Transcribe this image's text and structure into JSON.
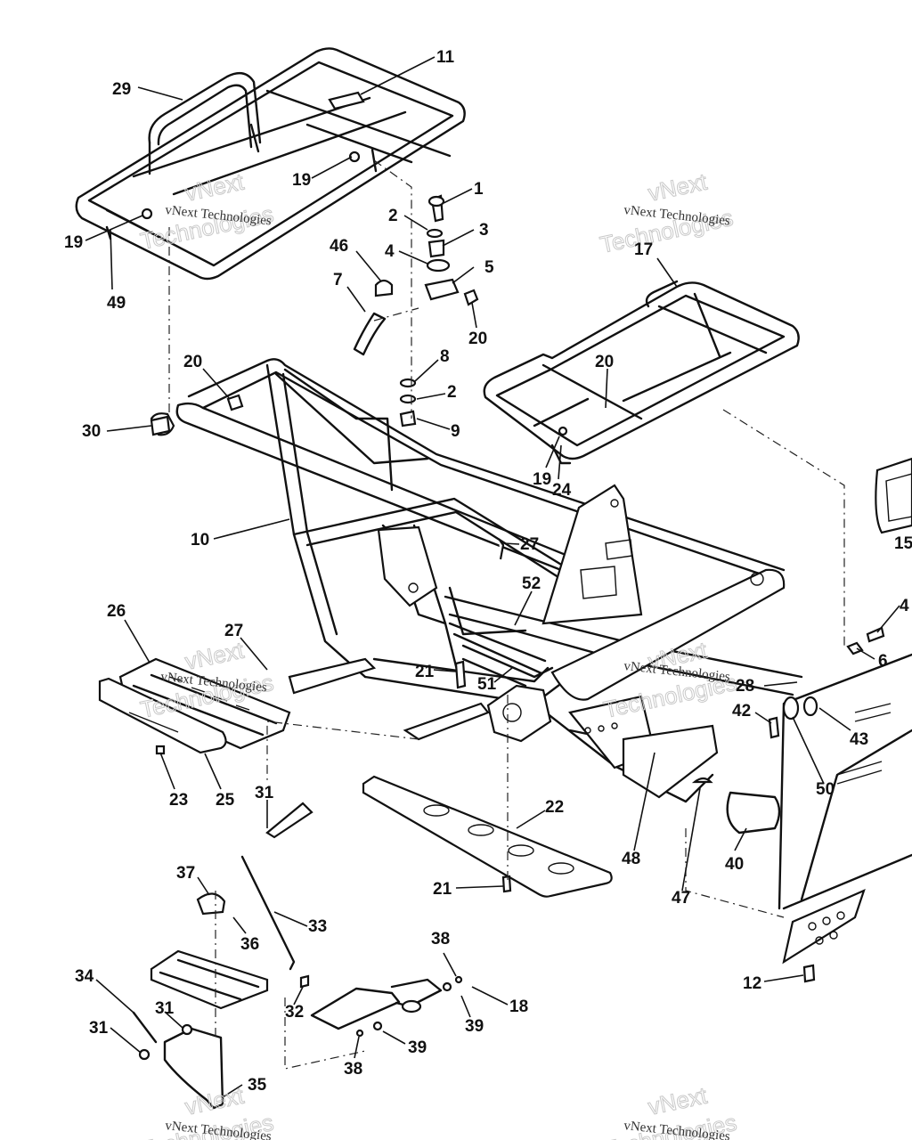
{
  "title": "",
  "watermarks": [
    {
      "main": "vNext Technologies",
      "ghost_top": "vNext",
      "ghost_bottom": "Technologies"
    },
    {
      "main": "vNext Technologies",
      "ghost_top": "vNext",
      "ghost_bottom": "Technologies"
    },
    {
      "main": "vNext Technologies",
      "ghost_top": "vNext",
      "ghost_bottom": "Technologies"
    },
    {
      "main": "vNext Technologies",
      "ghost_top": "vNext",
      "ghost_bottom": "Technologies"
    },
    {
      "main": "vNext Technologies",
      "ghost_top": "vNext",
      "ghost_bottom": "Technologies"
    },
    {
      "main": "vNext Technologies",
      "ghost_top": "vNext",
      "ghost_bottom": "Technologies"
    }
  ],
  "callouts": [
    {
      "id": "c11",
      "label": "11"
    },
    {
      "id": "c29",
      "label": "29"
    },
    {
      "id": "c19a",
      "label": "19"
    },
    {
      "id": "c1",
      "label": "1"
    },
    {
      "id": "c2a",
      "label": "2"
    },
    {
      "id": "c3",
      "label": "3"
    },
    {
      "id": "c4a",
      "label": "4"
    },
    {
      "id": "c5",
      "label": "5"
    },
    {
      "id": "c46",
      "label": "46"
    },
    {
      "id": "c7",
      "label": "7"
    },
    {
      "id": "c20a",
      "label": "20"
    },
    {
      "id": "c19b",
      "label": "19"
    },
    {
      "id": "c49",
      "label": "49"
    },
    {
      "id": "c17",
      "label": "17"
    },
    {
      "id": "c20b",
      "label": "20"
    },
    {
      "id": "c8",
      "label": "8"
    },
    {
      "id": "c2b",
      "label": "2"
    },
    {
      "id": "c9",
      "label": "9"
    },
    {
      "id": "c20c",
      "label": "20"
    },
    {
      "id": "c30",
      "label": "30"
    },
    {
      "id": "c19c",
      "label": "19"
    },
    {
      "id": "c24",
      "label": "24"
    },
    {
      "id": "c15",
      "label": "15"
    },
    {
      "id": "c10",
      "label": "10"
    },
    {
      "id": "c27a",
      "label": "27"
    },
    {
      "id": "c52",
      "label": "52"
    },
    {
      "id": "c4b",
      "label": "4"
    },
    {
      "id": "c26",
      "label": "26"
    },
    {
      "id": "c27b",
      "label": "27"
    },
    {
      "id": "c6",
      "label": "6"
    },
    {
      "id": "c21a",
      "label": "21"
    },
    {
      "id": "c51",
      "label": "51"
    },
    {
      "id": "c28",
      "label": "28"
    },
    {
      "id": "c42",
      "label": "42"
    },
    {
      "id": "c43",
      "label": "43"
    },
    {
      "id": "c23",
      "label": "23"
    },
    {
      "id": "c25",
      "label": "25"
    },
    {
      "id": "c50",
      "label": "50"
    },
    {
      "id": "c31a",
      "label": "31"
    },
    {
      "id": "c22",
      "label": "22"
    },
    {
      "id": "c48",
      "label": "48"
    },
    {
      "id": "c40",
      "label": "40"
    },
    {
      "id": "c37",
      "label": "37"
    },
    {
      "id": "c21b",
      "label": "21"
    },
    {
      "id": "c47",
      "label": "47"
    },
    {
      "id": "c33",
      "label": "33"
    },
    {
      "id": "c36",
      "label": "36"
    },
    {
      "id": "c38a",
      "label": "38"
    },
    {
      "id": "c12",
      "label": "12"
    },
    {
      "id": "c34",
      "label": "34"
    },
    {
      "id": "c18",
      "label": "18"
    },
    {
      "id": "c31b",
      "label": "31"
    },
    {
      "id": "c32",
      "label": "32"
    },
    {
      "id": "c39a",
      "label": "39"
    },
    {
      "id": "c31c",
      "label": "31"
    },
    {
      "id": "c39b",
      "label": "39"
    },
    {
      "id": "c38b",
      "label": "38"
    },
    {
      "id": "c35",
      "label": "35"
    }
  ]
}
